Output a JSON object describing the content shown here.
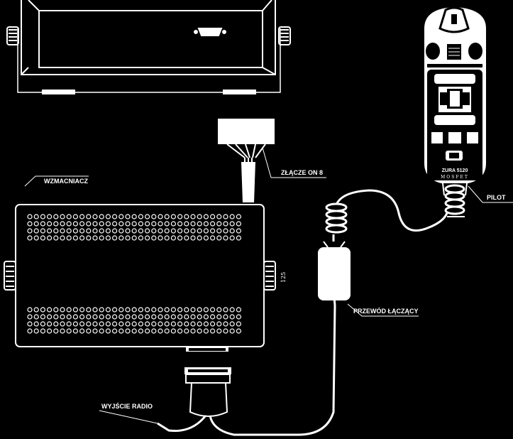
{
  "labels": {
    "amplifier": "WZMACNIACZ",
    "connector": "ZŁĄCZE ON 8",
    "cable": "PRZEWÓD ŁĄCZĄCY",
    "remote": "PILOT",
    "radio_out": "WYJŚCIE RADIO",
    "side_mark": "125"
  },
  "remote": {
    "model": "ZURA 5120",
    "sub": "MOSFET"
  },
  "colors": {
    "background": "#000000",
    "line": "#ffffff"
  }
}
